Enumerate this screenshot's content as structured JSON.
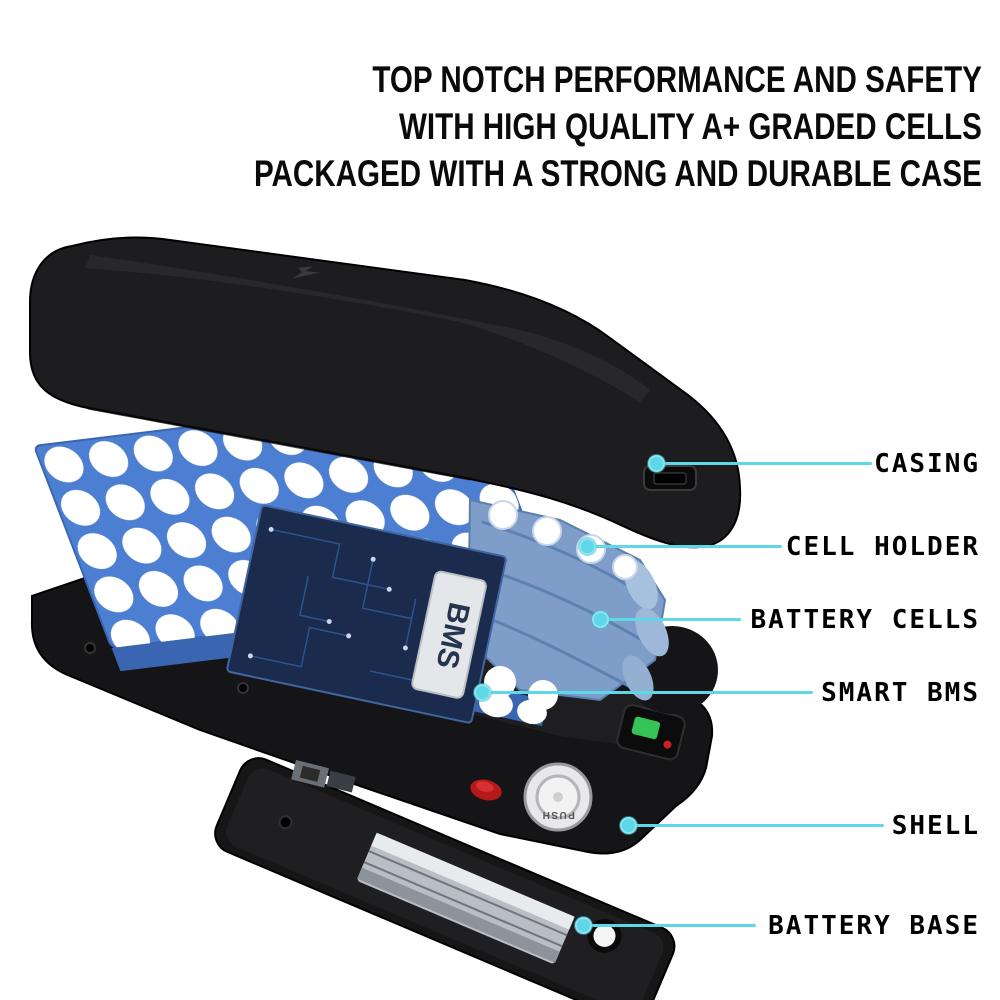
{
  "page": {
    "background": "#ffffff"
  },
  "heading": {
    "color": "#0a0a0a",
    "lines": [
      "TOP NOTCH PERFORMANCE AND SAFETY",
      "WITH HIGH QUALITY A+ GRADED CELLS",
      "PACKAGED WITH A STRONG AND DURABLE CASE"
    ]
  },
  "accent": {
    "callout_color": "#5ed8e8"
  },
  "callouts": [
    {
      "id": "casing",
      "label": "CASING"
    },
    {
      "id": "cell-holder",
      "label": "CELL HOLDER"
    },
    {
      "id": "battery-cells",
      "label": "BATTERY CELLS"
    },
    {
      "id": "smart-bms",
      "label": "SMART BMS"
    },
    {
      "id": "shell",
      "label": "SHELL"
    },
    {
      "id": "battery-base",
      "label": "BATTERY BASE"
    }
  ],
  "diagram": {
    "bms_text": "BMS",
    "push_text": "PUSH",
    "colors": {
      "casing_black": "#1d1d1f",
      "holder_blue": "#4c7fd2",
      "holder_edge_blue": "#3a66b1",
      "cells_blue": "#7e9ec9",
      "board_navy": "#1a2b4d",
      "switch_red": "#b51a1a",
      "port_green": "#35c556"
    }
  }
}
